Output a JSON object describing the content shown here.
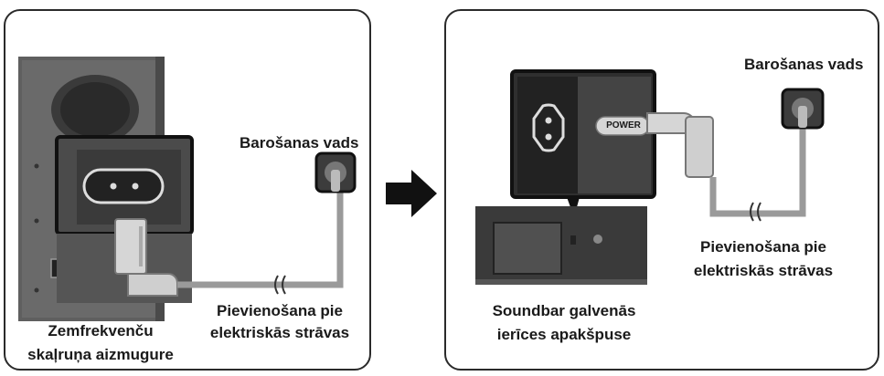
{
  "left_panel": {
    "power_cord_label": "Barošanas vads",
    "connect_label_line1": "Pievienošana pie",
    "connect_label_line2": "elektriskās strāvas",
    "device_label_line1": "Zemfrekvenču",
    "device_label_line2": "skaļruņa aizmugure"
  },
  "right_panel": {
    "power_cord_label": "Barošanas vads",
    "port_text": "POWER",
    "connect_label_line1": "Pievienošana pie",
    "connect_label_line2": "elektriskās strāvas",
    "device_label_line1": "Soundbar galvenās",
    "device_label_line2": "ierīces apakšpuse"
  },
  "arrow_icon": "right-arrow-icon"
}
